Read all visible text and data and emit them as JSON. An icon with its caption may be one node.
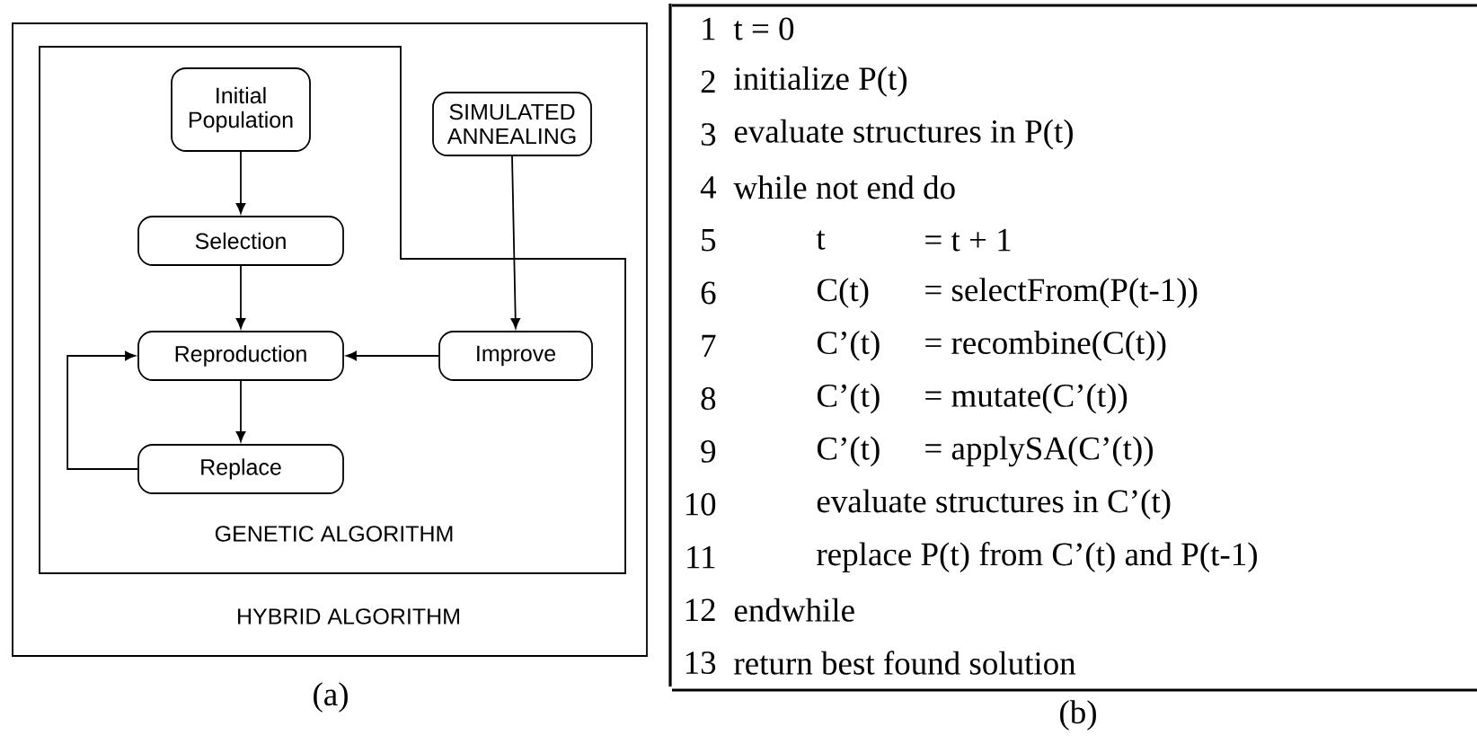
{
  "diagram": {
    "nodes": [
      {
        "text": [
          "HYBRID ALGORITHM"
        ]
      },
      {
        "text": [
          "GENETIC ALGORITHM"
        ],
        "in": 0
      },
      {
        "text": [
          "Initial Population"
        ],
        "in": 1
      },
      {
        "text": [
          "SIMULATED ANNEALING"
        ],
        "in": 0
      },
      {
        "text": [
          "Selection"
        ],
        "in": 1
      },
      {
        "text": [
          "Reproduction"
        ],
        "in": 1
      },
      {
        "text": [
          "Improve"
        ],
        "in": 1
      },
      {
        "text": [
          "Replace"
        ],
        "in": 1
      }
    ],
    "edges": [
      {
        "from": 2,
        "to": 4,
        "arrow": "to"
      },
      {
        "from": 4,
        "to": 5,
        "arrow": "to"
      },
      {
        "from": 3,
        "to": 6,
        "arrow": "to"
      },
      {
        "from": 6,
        "to": 5,
        "arrow": "to"
      },
      {
        "from": 5,
        "to": 7,
        "arrow": "to"
      },
      {
        "from": 7,
        "to": 5,
        "arrow": "to"
      }
    ],
    "labels": [
      "(a)",
      "1",
      "t = 0",
      "2",
      "initialize P(t)",
      "3",
      "evaluate structures in P(t)",
      "4",
      "while not end do",
      "5",
      "t",
      "= t + 1",
      "6",
      "C(t)",
      "= selectFrom(P(t-1))",
      "7",
      "C’(t)",
      "= recombine(C(t))",
      "8",
      "C’(t)",
      "= mutate(C’(t))",
      "9",
      "C’(t)",
      "= applySA(C’(t))",
      "10",
      "evaluate structures in C’(t)",
      "11",
      "replace P(t) from C’(t) and P(t-1)",
      "12",
      "endwhile",
      "13",
      "return best found solution",
      "(b)"
    ]
  }
}
